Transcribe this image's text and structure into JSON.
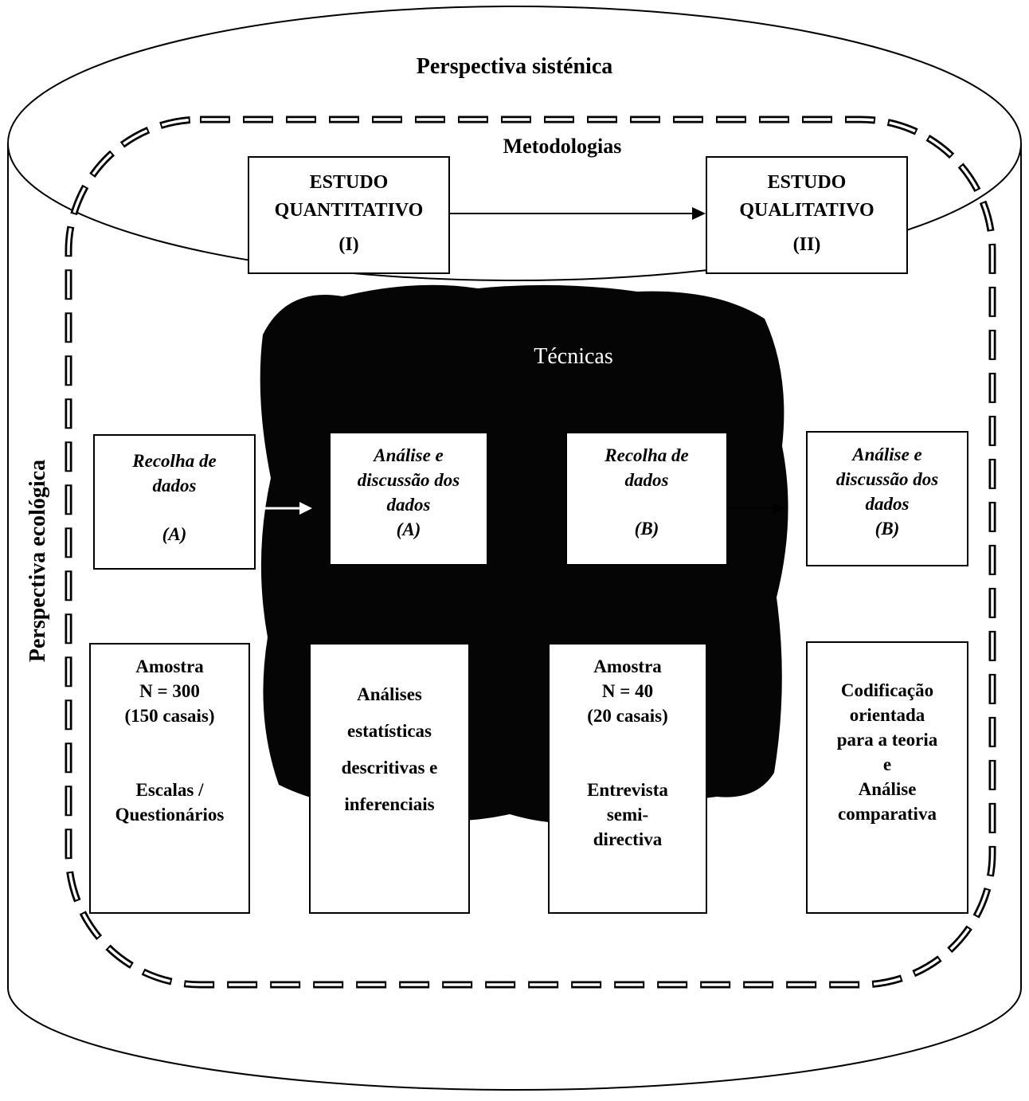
{
  "outer": {
    "title": "Perspectiva sisténica",
    "side_label": "Perspectiva ecológica"
  },
  "methodologies": {
    "label": "Metodologias",
    "quantitative": {
      "line1": "ESTUDO",
      "line2": "QUANTITATIVO",
      "number": "(I)"
    },
    "qualitative": {
      "line1": "ESTUDO",
      "line2": "QUALITATIVO",
      "number": "(II)"
    }
  },
  "techniques": {
    "label": "Técnicas",
    "collect_a": {
      "line1": "Recolha de",
      "line2": "dados",
      "tag": "(A)"
    },
    "analysis_a": {
      "line1": "Análise e",
      "line2": "discussão dos",
      "line3": "dados",
      "tag": "(A)"
    },
    "collect_b": {
      "line1": "Recolha de",
      "line2": "dados",
      "tag": "(B)"
    },
    "analysis_b": {
      "line1": "Análise e",
      "line2": "discussão dos",
      "line3": "dados",
      "tag": "(B)"
    }
  },
  "details": {
    "sample_a": {
      "line1": "Amostra",
      "line2": "N = 300",
      "line3": "(150 casais)",
      "line4": "Escalas /",
      "line5": "Questionários"
    },
    "stats": {
      "line1": "Análises",
      "line2": "estatísticas",
      "line3": "descritivas e",
      "line4": "inferenciais"
    },
    "sample_b": {
      "line1": "Amostra",
      "line2": "N = 40",
      "line3": "(20 casais)",
      "line4": "Entrevista",
      "line5": "semi-",
      "line6": "directiva"
    },
    "coding": {
      "line1": "Codificação",
      "line2": "orientada",
      "line3": "para a teoria",
      "line4": "e",
      "line5": "Análise",
      "line6": "comparativa"
    }
  },
  "colors": {
    "ink": "#000000",
    "paper": "#ffffff",
    "techniques_cloud": "#050505"
  }
}
